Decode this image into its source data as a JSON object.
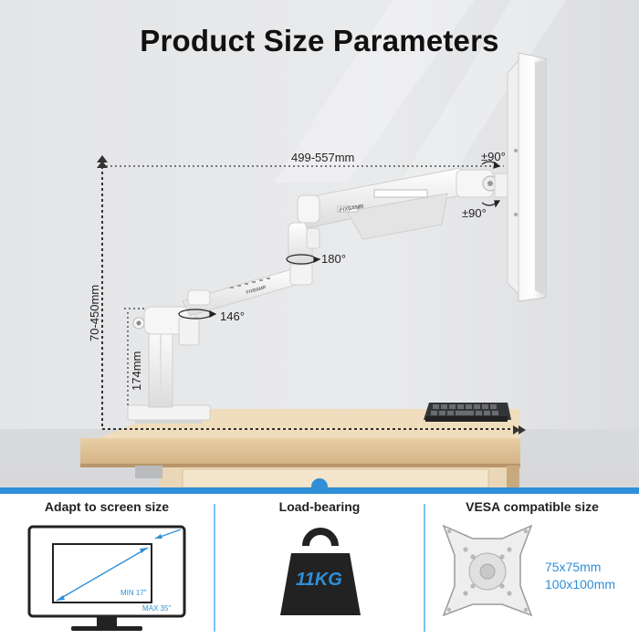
{
  "header": {
    "title": "Product Size Parameters"
  },
  "dimensions": {
    "reach": "499-557mm",
    "height_range": "70-450mm",
    "pole_height": "174mm",
    "tilt_top": "±90°",
    "tilt_bottom": "±90°",
    "swivel_upper": "180°",
    "swivel_lower": "146°",
    "brand_mark": "PIXBAMR"
  },
  "features": {
    "screen": {
      "title": "Adapt to screen size",
      "min": "MIN 17\"",
      "max": "MAX 35\""
    },
    "load": {
      "title": "Load-bearing",
      "weight": "11KG"
    },
    "vesa": {
      "title": "VESA compatible size",
      "size_small": "75x75mm",
      "size_large": "100x100mm"
    }
  },
  "colors": {
    "accent": "#2f8fd8",
    "arm": "#f4f4f4",
    "desk": "#d9b98a",
    "background": "#e2e3e5"
  }
}
